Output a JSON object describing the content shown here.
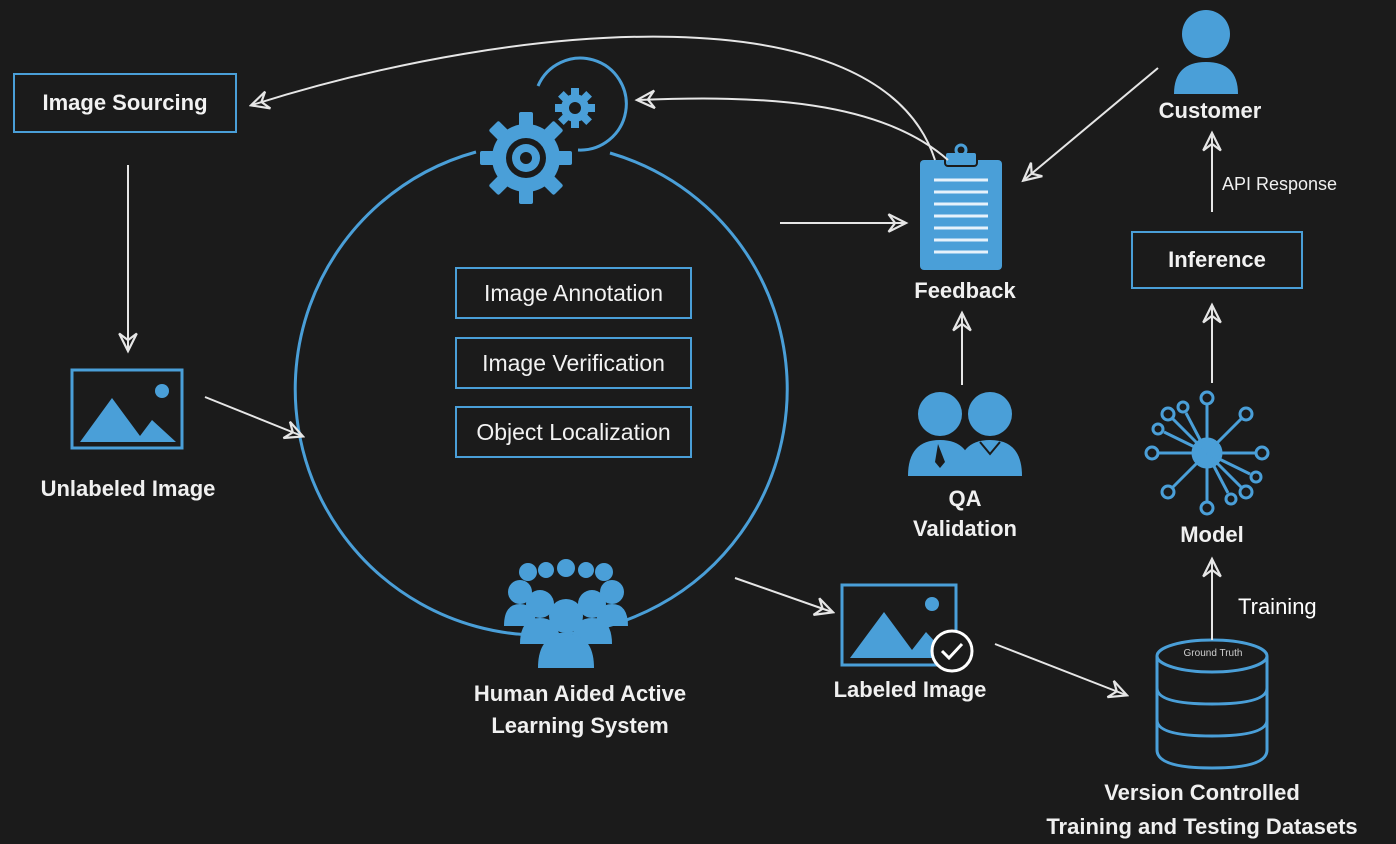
{
  "nodes": {
    "image_sourcing": "Image Sourcing",
    "unlabeled_image": "Unlabeled  Image",
    "image_annotation": "Image Annotation",
    "image_verification": "Image Verification",
    "object_localization": "Object Localization",
    "human_aided_line1": "Human Aided Active",
    "human_aided_line2": "Learning System",
    "feedback": "Feedback",
    "qa_line1": "QA",
    "qa_line2": "Validation",
    "labeled_image": "Labeled Image",
    "customer": "Customer",
    "inference": "Inference",
    "model": "Model",
    "dataset_line1": "Version Controlled",
    "dataset_line2": "Training and Testing Datasets",
    "ground_truth": "Ground Truth"
  },
  "edges": {
    "api_response": "API Response",
    "training": "Training"
  },
  "colors": {
    "background": "#1b1b1b",
    "accent": "#4a9fd8",
    "arrow": "#e6e6e6",
    "text": "#f0f0f0"
  },
  "icons": [
    "gear-icon",
    "image-icon",
    "user-icon",
    "clipboard-icon",
    "team-icon",
    "network-icon",
    "database-icon",
    "checkmark-icon"
  ]
}
